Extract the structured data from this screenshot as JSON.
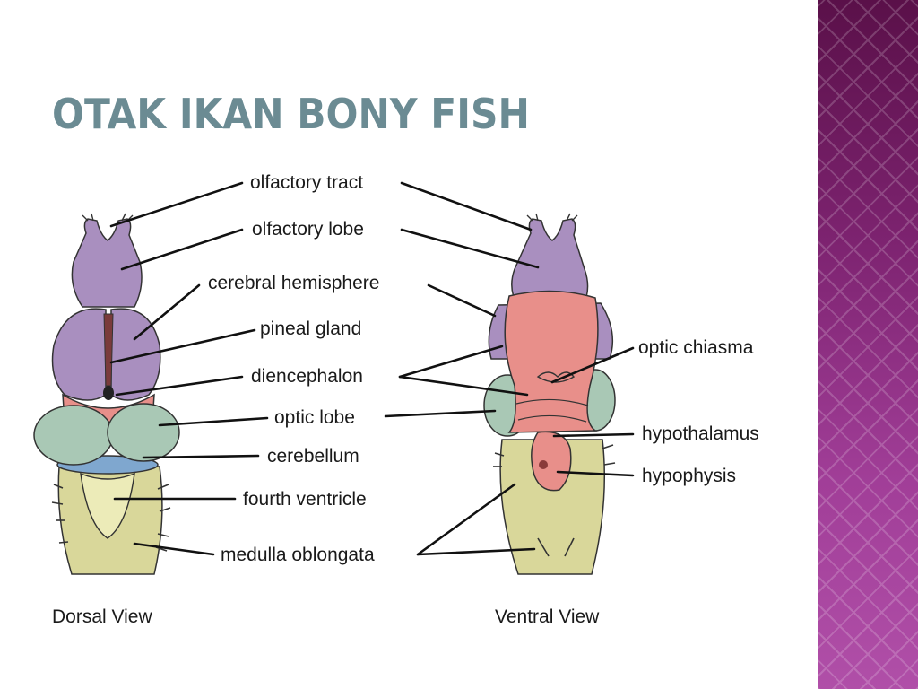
{
  "title": "OTAK IKAN BONY FISH",
  "colors": {
    "title": "#6b8b93",
    "sidebar_top": "#5a1049",
    "sidebar_bottom": "#b04fa8",
    "olfactory": "#a98fbf",
    "diencephalon": "#e88f8a",
    "optic_lobe": "#a9c8b5",
    "cerebellum": "#7fa7cf",
    "medulla": "#d9d79a"
  },
  "labels": {
    "olfactory_tract": "olfactory tract",
    "olfactory_lobe": "olfactory lobe",
    "cerebral_hemisphere": "cerebral hemisphere",
    "pineal_gland": "pineal gland",
    "diencephalon": "diencephalon",
    "optic_lobe": "optic lobe",
    "cerebellum": "cerebellum",
    "fourth_ventricle": "fourth ventricle",
    "medulla_oblongata": "medulla oblongata",
    "optic_chiasma": "optic chiasma",
    "hypothalamus": "hypothalamus",
    "hypophysis": "hypophysis"
  },
  "captions": {
    "dorsal": "Dorsal View",
    "ventral": "Ventral View"
  }
}
